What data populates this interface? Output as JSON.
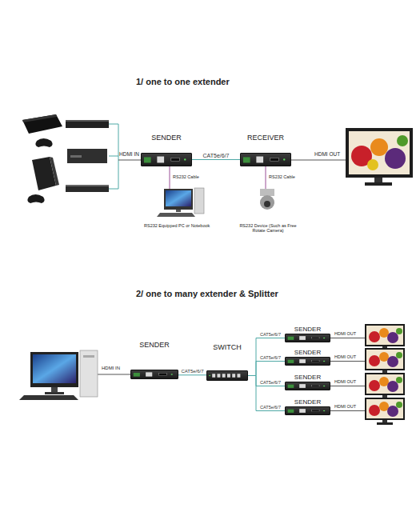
{
  "diagram": {
    "nodes": [
      {
        "text": [
          "SENDER"
        ]
      },
      {
        "text": [
          "RECEIVER"
        ]
      },
      {
        "text": [
          "SENDER"
        ]
      },
      {
        "text": [
          "SWITCH"
        ]
      },
      {
        "text": [
          "SENDER"
        ]
      },
      {
        "text": [
          "SENDER"
        ]
      },
      {
        "text": [
          "SENDER"
        ]
      },
      {
        "text": [
          "SENDER"
        ]
      }
    ],
    "edges": [
      {
        "from": 0,
        "to": 1,
        "label": "CAT5e/6/7",
        "arrow": "none"
      },
      {
        "from": 2,
        "to": 3,
        "label": "CAT5e/6/7",
        "arrow": "none"
      },
      {
        "from": 3,
        "to": 4,
        "label": "CAT5e/6/7",
        "arrow": "none"
      },
      {
        "from": 3,
        "to": 5,
        "label": "CAT5e/6/7",
        "arrow": "none"
      },
      {
        "from": 3,
        "to": 6,
        "label": "CAT5e/6/7",
        "arrow": "none"
      },
      {
        "from": 3,
        "to": 7,
        "label": "CAT5e/6/7",
        "arrow": "none"
      }
    ],
    "labels": [
      "1/ one to one extender",
      "HDMI IN",
      "HDMI OUT",
      "RS232 Cable",
      "RS232 Cable",
      "RS232 Equipped PC or Notebook",
      "RS232 Device (Such as Free Rotate Camera)",
      "2/ one to many extender & Splitter",
      "HDMI IN",
      "HDMI OUT",
      "HDMI OUT",
      "HDMI OUT",
      "HDMI OUT"
    ]
  }
}
